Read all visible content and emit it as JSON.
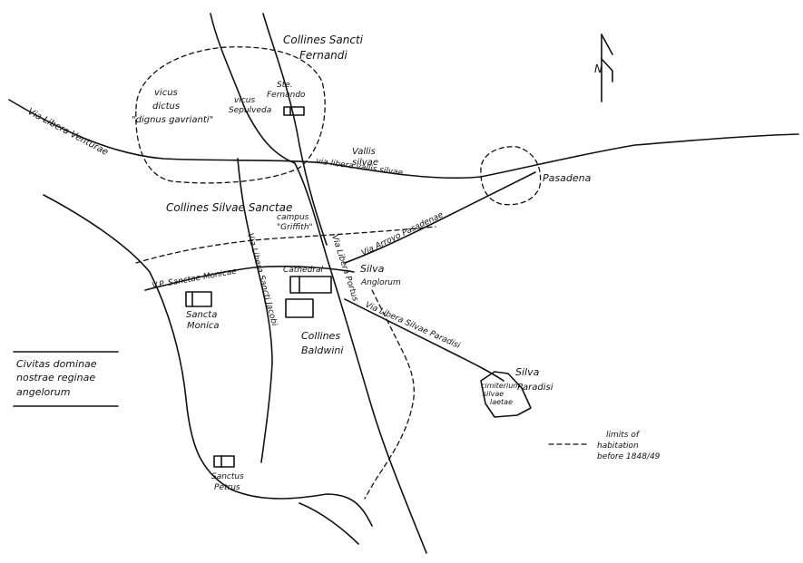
{
  "map": {
    "labels": {
      "collines_sancti_fernandi_1": "Collines Sancti",
      "collines_sancti_fernandi_2": "Fernandi",
      "vicus_dictus_1": "vicus",
      "vicus_dictus_2": "dictus",
      "vicus_dictus_3": "\"dignus gavrianti\"",
      "vicus_sepulvedae_1": "vicus",
      "vicus_sepulvedae_2": "Sepulveda",
      "ste_fernando_1": "Ste.",
      "ste_fernando_2": "Fernando",
      "via_libera_venturae": "Via Libera Venturae",
      "vallis_silvae_1": "Vallis",
      "vallis_silvae_2": "silvae",
      "via_libera_vallis_silvae": "via libera vallis silvae",
      "pasadena": "Pasadena",
      "collines_silvae_sanctae": "Collines Silvae Sanctae",
      "campus_griffith_1": "campus",
      "campus_griffith_2": "\"Griffith\"",
      "via_arroyo_pasadenae": "Via Arroyo Pasadenae",
      "via_libera_santae_monicae": "V.P. Sanctae Monicae",
      "via_libera_bancti": "Via Libera Sancti Jacobi",
      "cathedral": "Cathedral",
      "silva_anglorum_1": "Silva",
      "silva_anglorum_2": "Anglorum",
      "via_libera_harbor": "Via Libera Portus",
      "via_libera_silvae_paradisi": "Via Libera Silvae Paradisi",
      "sancta_monica_1": "Sancta",
      "sancta_monica_2": "Monica",
      "collines_baldwini_1": "Collines",
      "collines_baldwini_2": "Baldwini",
      "silva_paradisi_1": "Silva",
      "silva_paradisi_2": "Paradisi",
      "cimiterium_1": "cimiterium",
      "cimiterium_2": "silvae",
      "cimiterium_3": "laetae",
      "sanctus_petrus_1": "Sanctus",
      "sanctus_petrus_2": "Petrus",
      "north_arrow": "N"
    },
    "legend": {
      "title_1": "Civitas dominae",
      "title_2": "nostrae reginae",
      "title_3": "angelorum",
      "limits_1": "limits of",
      "limits_2": "habitation",
      "limits_3": "before 1848/49"
    }
  }
}
